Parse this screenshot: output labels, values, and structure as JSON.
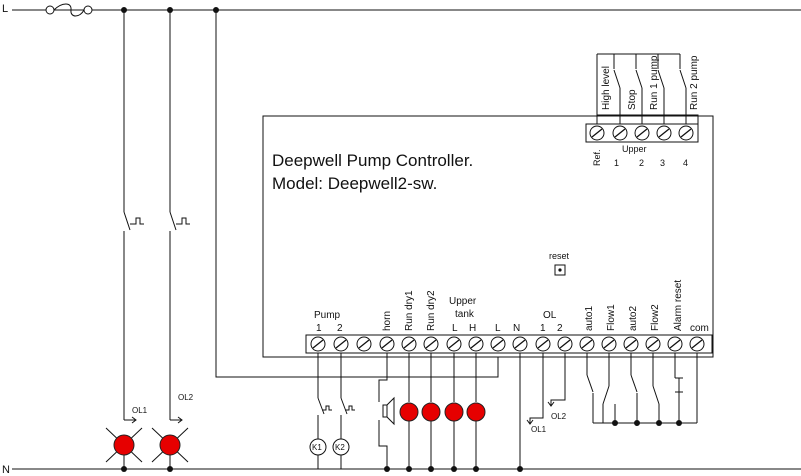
{
  "rails": {
    "line": "L",
    "neutral": "N"
  },
  "controller": {
    "title_line1": "Deepwell Pump Controller.",
    "title_line2": "Model: Deepwell2-sw.",
    "reset_label": "reset"
  },
  "upper_switches": {
    "labels": [
      "High level",
      "Stop",
      "Run 1 pump",
      "Run 2 pump"
    ],
    "ref_label": "Ref.",
    "group_label": "Upper",
    "numbers": [
      "1",
      "2",
      "3",
      "4"
    ]
  },
  "bottom_terminals": {
    "pump_label": "Pump",
    "pump_numbers": [
      "1",
      "2"
    ],
    "vertical_labels": [
      "horn",
      "Run dry1",
      "Run dry2"
    ],
    "upper_tank_line1": "Upper",
    "upper_tank_line2": "tank",
    "upper_tank_L": "L",
    "upper_tank_H": "H",
    "power_L": "L",
    "power_N": "N",
    "ol_label": "OL",
    "ol_numbers": [
      "1",
      "2"
    ],
    "right_labels": [
      "auto1",
      "Flow1",
      "auto2",
      "Flow2",
      "Alarm reset"
    ],
    "com_label": "com"
  },
  "overloads": {
    "ol1": "OL1",
    "ol2": "OL2",
    "ol_circuit_1": "OL1",
    "ol_circuit_2": "OL2"
  },
  "coils": {
    "k1": "K1",
    "k2": "K2"
  },
  "colors": {
    "lamp": "#e60000",
    "line": "#111111"
  }
}
